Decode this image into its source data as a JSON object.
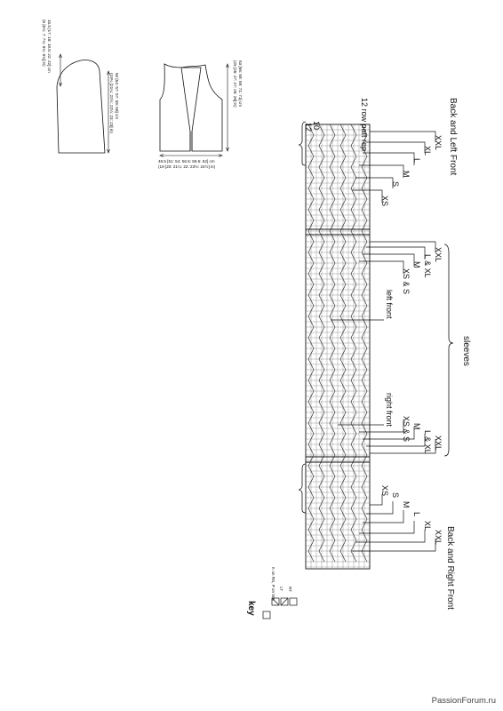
{
  "measurements": {
    "sleeve_top": [
      "15.5 [17: 18: 19.5: 22: 22] cm",
      "(6 [6¾: 7: 7¾: 8¾: 8¾] in)"
    ],
    "sleeve_length": [
      "50 [54: 57: 57: 58: 58] cm",
      "(19¾ [21¼: 22½: 22½: 23: 23] in)"
    ],
    "body_length": [
      "63 [66: 69: 69: 71: 71] cm",
      "(25 [26: 27: 27: 28: 28] in)"
    ],
    "body_width": [
      "48.5 [51: 54: 56.5: 59.5: 62] cm",
      "(19 [20: 21¼: 22: 23½: 24½] in)"
    ]
  },
  "chart": {
    "rep_label": "12 row patt rep",
    "row_num_12": "12",
    "row_num_10": "10",
    "sections": {
      "back_left": "Back and Left Front",
      "back_right": "Back and Right Front",
      "sleeves": "sleeves",
      "left_front": "left front",
      "right_front": "right front"
    },
    "sizes_back_left": [
      "XXL",
      "XL",
      "L",
      "M",
      "S",
      "XS"
    ],
    "sizes_left_front": [
      "XXL",
      "L & XL",
      "M",
      "XS & S"
    ],
    "sizes_right_front": [
      "XS & S",
      "M",
      "L & XL",
      "XXL"
    ],
    "sizes_back_right": [
      "XS",
      "S",
      "M",
      "L",
      "XL",
      "XXL"
    ]
  },
  "key": {
    "title": "key",
    "items": [
      {
        "symbol": "blank",
        "label": "K on RS, P on WS"
      },
      {
        "symbol": "LT",
        "label": "LT"
      },
      {
        "symbol": "RT",
        "label": "RT"
      }
    ]
  },
  "watermark": "PassionForum.ru"
}
